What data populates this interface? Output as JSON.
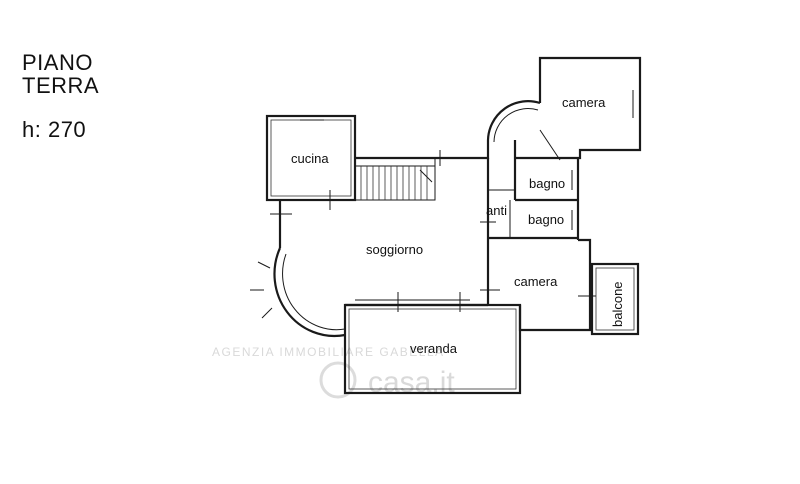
{
  "header": {
    "line1": "PIANO",
    "line2": "TERRA",
    "height": "h: 270"
  },
  "rooms": {
    "camera_top": "camera",
    "cucina": "cucina",
    "bagno_1": "bagno",
    "anti": "anti",
    "bagno_2": "bagno",
    "soggiorno": "soggiorno",
    "camera_right": "camera",
    "balcone": "balcone",
    "veranda": "veranda"
  },
  "watermark": {
    "agency": "AGENZIA IMMOBILIARE GABELLA",
    "brand": "casa.it"
  }
}
